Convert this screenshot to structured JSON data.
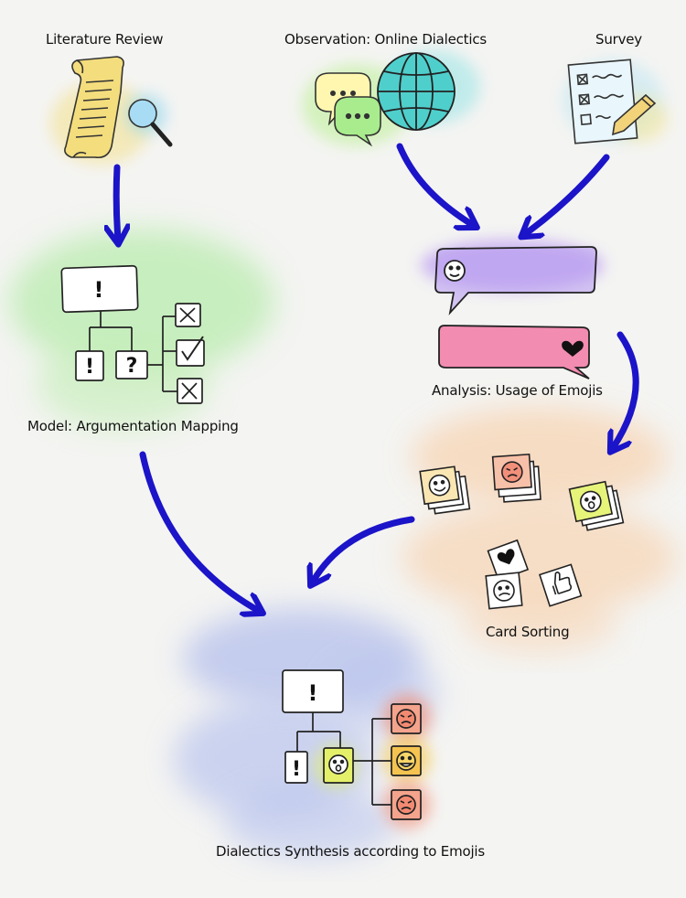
{
  "labels": {
    "literature_review": "Literature Review",
    "observation": "Observation: Online Dialectics",
    "survey": "Survey",
    "model": "Model: Argumentation Mapping",
    "analysis": "Analysis: Usage of Emojis",
    "card_sorting": "Card Sorting",
    "synthesis": "Dialectics Synthesis according to Emojis"
  },
  "glyphs": {
    "exclaim": "!",
    "question": "?"
  },
  "colors": {
    "arrow": "#1b14c8",
    "paper": "#f1d76e",
    "globe": "#3cc7c4",
    "speech_green": "#8ee06f",
    "purple": "#b79cf0",
    "pink": "#f06a9a",
    "orange": "#f5c9a0",
    "blue_wash": "#b7c2ec",
    "green_wash": "#bfe9b1"
  }
}
